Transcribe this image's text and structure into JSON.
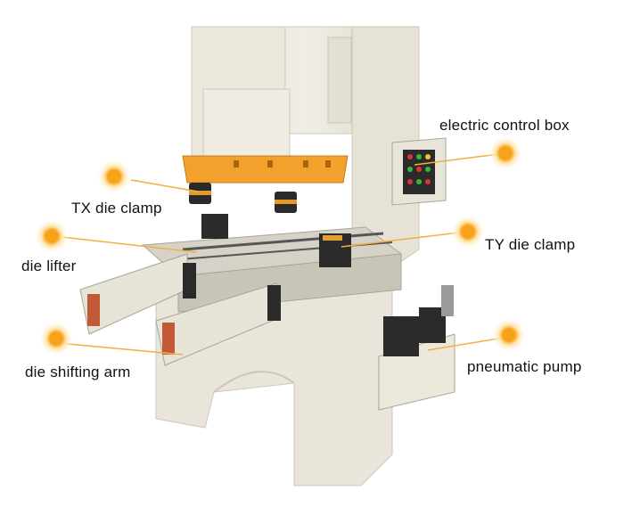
{
  "colors": {
    "frame": "#ece8dc",
    "frame_shadow": "#cdc7b7",
    "bolster": "#d6d2c8",
    "ram_plate": "#f2a12c",
    "marker": "#f6a623",
    "leader_line": "#f0b040",
    "dark_part": "#2a2a2a"
  },
  "callouts": [
    {
      "id": "electric-control-box",
      "label": "electric control box",
      "icon": "glow-dot-icon"
    },
    {
      "id": "tx-die-clamp",
      "label": "TX die clamp",
      "icon": "glow-dot-icon"
    },
    {
      "id": "ty-die-clamp",
      "label": "TY die clamp",
      "icon": "glow-dot-icon"
    },
    {
      "id": "die-lifter",
      "label": "die lifter",
      "icon": "glow-dot-icon"
    },
    {
      "id": "die-shifting-arm",
      "label": "die shifting arm",
      "icon": "glow-dot-icon"
    },
    {
      "id": "pneumatic-pump",
      "label": "pneumatic pump",
      "icon": "glow-dot-icon"
    }
  ]
}
